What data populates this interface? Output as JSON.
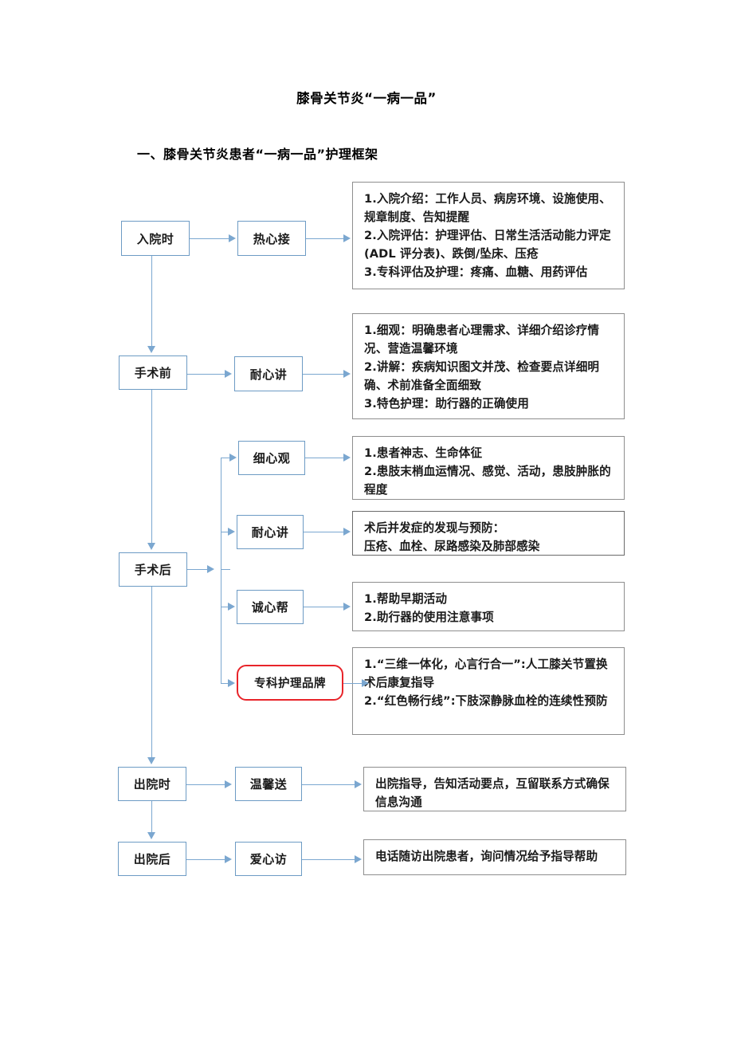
{
  "document": {
    "title": "膝骨关节炎“一病一品”",
    "subtitle": "一、膝骨关节炎患者“一病一品”护理框架"
  },
  "colors": {
    "flow_border": "#6D9BC4",
    "connector": "#7BA7D0",
    "content_border": "#8E8E8E",
    "brand_border": "#E8242A"
  },
  "flow": {
    "stages": [
      {
        "id": "admission",
        "label": "入院时"
      },
      {
        "id": "preop",
        "label": "手术前"
      },
      {
        "id": "postop",
        "label": "手术后"
      },
      {
        "id": "discharge",
        "label": "出院时"
      },
      {
        "id": "post_discharge",
        "label": "出院后"
      }
    ],
    "actions": [
      {
        "id": "warm_welcome",
        "label": "热心接"
      },
      {
        "id": "patient_explain",
        "label": "耐心讲"
      },
      {
        "id": "careful_observe",
        "label": "细心观"
      },
      {
        "id": "patient_explain2",
        "label": "耐心讲"
      },
      {
        "id": "sincere_help",
        "label": "诚心帮"
      },
      {
        "id": "brand",
        "label": "专科护理品牌"
      },
      {
        "id": "warm_send",
        "label": "温馨送"
      },
      {
        "id": "caring_visit",
        "label": "爱心访"
      }
    ],
    "contents": [
      {
        "id": "admission-content",
        "text": "1.入院介绍：工作人员、病房环境、设施使用、规章制度、告知提醒\n2.入院评估：护理评估、日常生活活动能力评定(ADL 评分表)、跌倒/坠床、压疮\n3.专科评估及护理：疼痛、血糖、用药评估"
      },
      {
        "id": "preop-content",
        "text": "1.细观：明确患者心理需求、详细介绍诊疗情况、营造温馨环境\n2.讲解：疾病知识图文并茂、检查要点详细明确、术前准备全面细致\n3.特色护理：助行器的正确使用"
      },
      {
        "id": "observe-content",
        "text": "1.患者神志、生命体征\n2.患肢末梢血运情况、感觉、活动，患肢肿胀的程度"
      },
      {
        "id": "explain-content",
        "text": "术后并发症的发现与预防：\n压疮、血栓、尿路感染及肺部感染"
      },
      {
        "id": "help-content",
        "text": "1.帮助早期活动\n2.助行器的使用注意事项"
      },
      {
        "id": "brand-content",
        "text": "1.“三维一体化，心言行合一”:人工膝关节置换术后康复指导\n2.“红色畅行线”:下肢深静脉血栓的连续性预防"
      },
      {
        "id": "discharge-content",
        "text": "出院指导，告知活动要点，互留联系方式确保信息沟通"
      },
      {
        "id": "post-discharge-content",
        "text": "电话随访出院患者，询问情况给予指导帮助"
      }
    ]
  }
}
